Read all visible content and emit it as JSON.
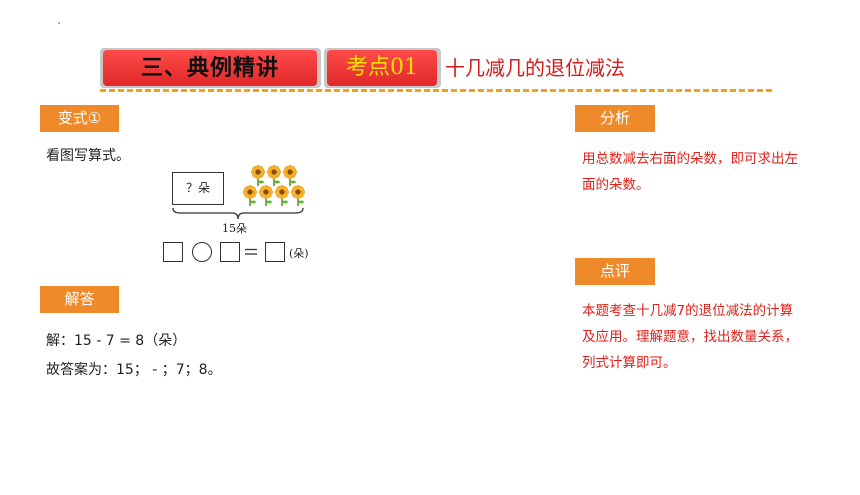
{
  "header": {
    "section_title": "三、典例精讲",
    "tag": "考点01",
    "topic": "十几减几的退位减法"
  },
  "colors": {
    "header_red": "#e83030",
    "tag_yellow": "#f3e000",
    "topic_red": "#d61b1b",
    "label_orange": "#ef8a2a",
    "dash_orange": "#f2a11d",
    "analysis_red": "#e0201a"
  },
  "left": {
    "variant_label": "变式①",
    "question": "看图写算式。",
    "figure": {
      "unknown_box": "？朵",
      "total_label": "15朵",
      "unit": "(朵)",
      "flower_count": 7
    },
    "answer_label": "解答",
    "answer_lines": [
      "解：15 - 7 = 8（朵）",
      "故答案为：15； - ；7；8。"
    ]
  },
  "right": {
    "analysis_label": "分析",
    "analysis_lines": [
      "用总数减去右面的朵数，即可求出左",
      "面的朵数。"
    ],
    "review_label": "点评",
    "review_lines": [
      "本题考查十几减7的退位减法的计算",
      "及应用。理解题意，找出数量关系，",
      "列式计算即可。"
    ]
  }
}
